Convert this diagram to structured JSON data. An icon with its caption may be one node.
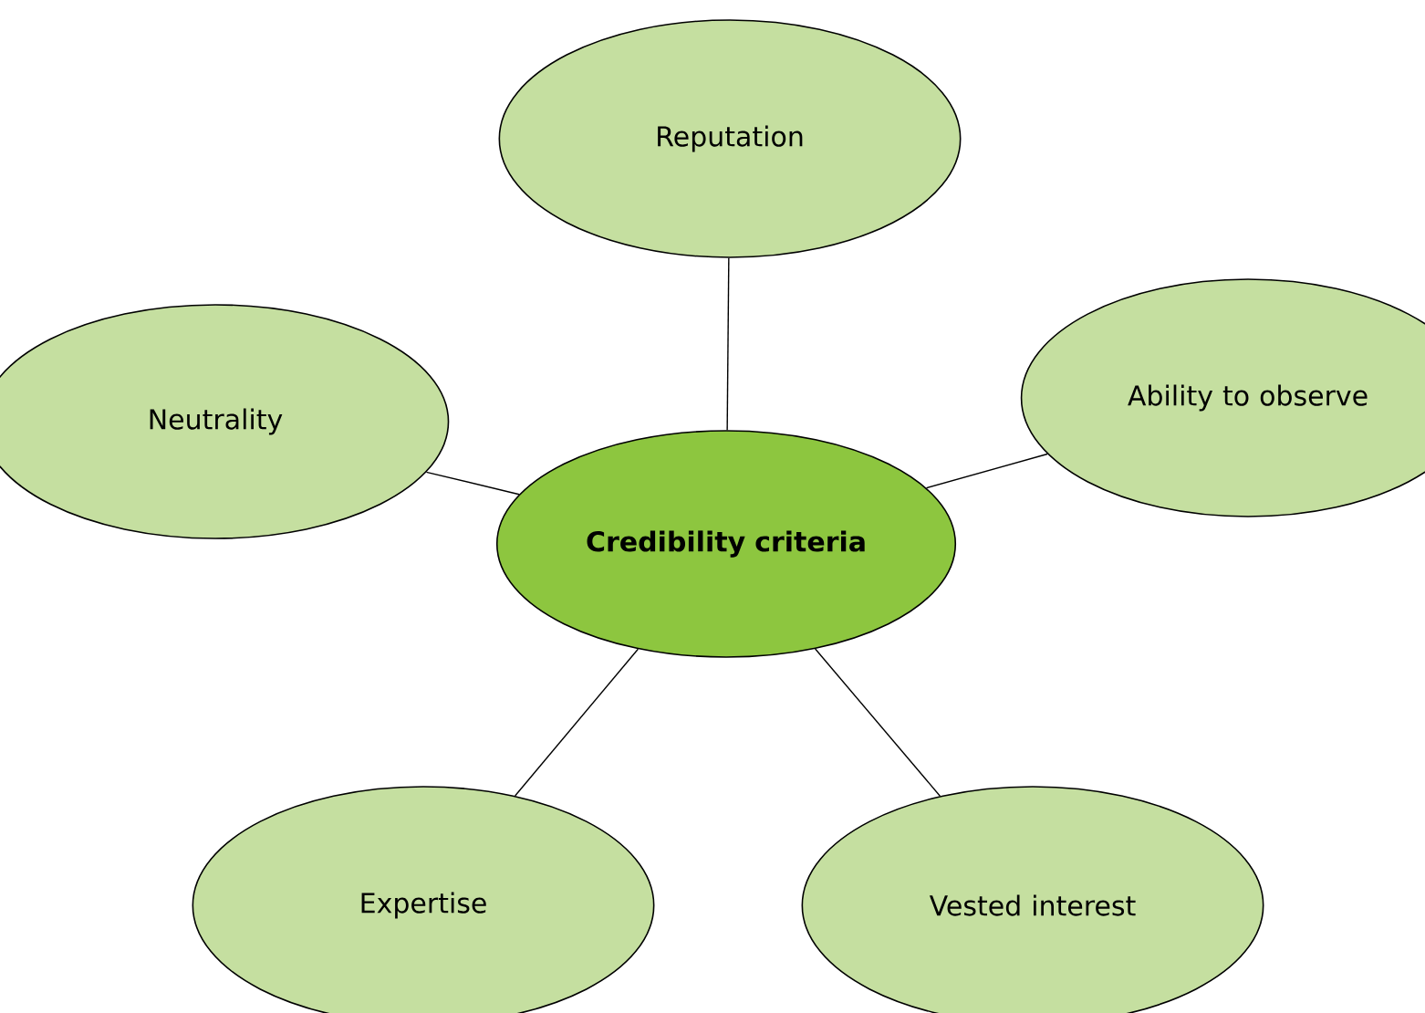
{
  "diagram": {
    "nodes": [
      {
        "text": [
          "Reputation"
        ]
      },
      {
        "text": [
          "Neutrality"
        ]
      },
      {
        "text": [
          "Ability to observe"
        ]
      },
      {
        "text": [
          "Credibility criteria"
        ]
      },
      {
        "text": [
          "Expertise"
        ]
      },
      {
        "text": [
          "Vested interest"
        ]
      }
    ],
    "edges": [
      {
        "from": 3,
        "to": 0,
        "arrow": "none"
      },
      {
        "from": 3,
        "to": 1,
        "arrow": "none"
      },
      {
        "from": 3,
        "to": 2,
        "arrow": "none"
      },
      {
        "from": 3,
        "to": 4,
        "arrow": "none"
      },
      {
        "from": 3,
        "to": 5,
        "arrow": "none"
      }
    ]
  }
}
